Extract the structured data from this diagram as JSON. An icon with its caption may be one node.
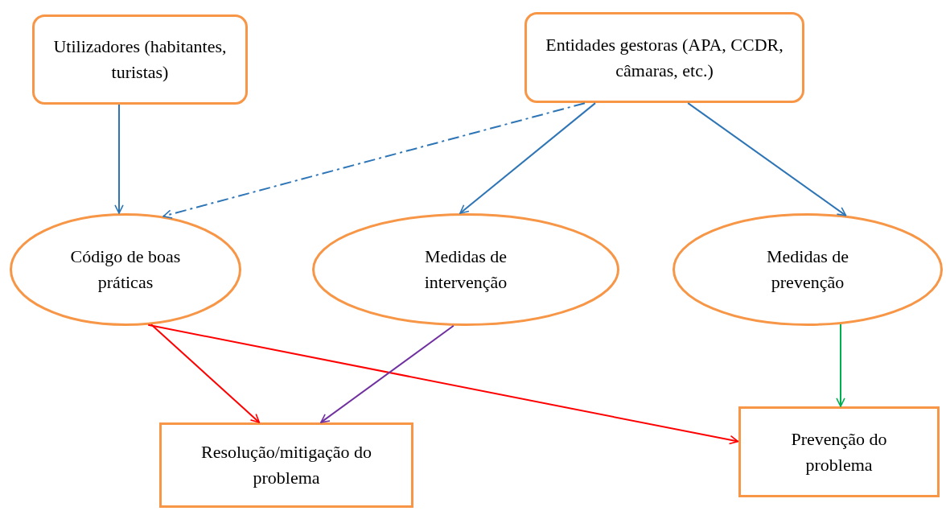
{
  "diagram": {
    "nodes": [
      {
        "text": [
          "Utilizadores (habitantes, turistas)"
        ]
      },
      {
        "text": [
          "Entidades gestoras (APA, CCDR, câmaras, etc.)"
        ]
      },
      {
        "text": [
          "Código de boas práticas"
        ]
      },
      {
        "text": [
          "Medidas de intervenção"
        ]
      },
      {
        "text": [
          "Medidas de prevenção"
        ]
      },
      {
        "text": [
          "Resolução/mitigação do problema"
        ]
      },
      {
        "text": [
          "Prevenção do problema"
        ]
      }
    ],
    "edges": [
      {
        "from": 0,
        "to": 2,
        "arrow": "to"
      },
      {
        "from": 1,
        "to": 2,
        "arrow": "to",
        "style": "dashed"
      },
      {
        "from": 1,
        "to": 3,
        "arrow": "to"
      },
      {
        "from": 1,
        "to": 4,
        "arrow": "to"
      },
      {
        "from": 2,
        "to": 5,
        "arrow": "to",
        "color": "#ff0000"
      },
      {
        "from": 2,
        "to": 6,
        "arrow": "to",
        "color": "#ff0000"
      },
      {
        "from": 3,
        "to": 5,
        "arrow": "to",
        "color": "#7030a0"
      },
      {
        "from": 4,
        "to": 6,
        "arrow": "to",
        "color": "#00b050"
      }
    ]
  }
}
